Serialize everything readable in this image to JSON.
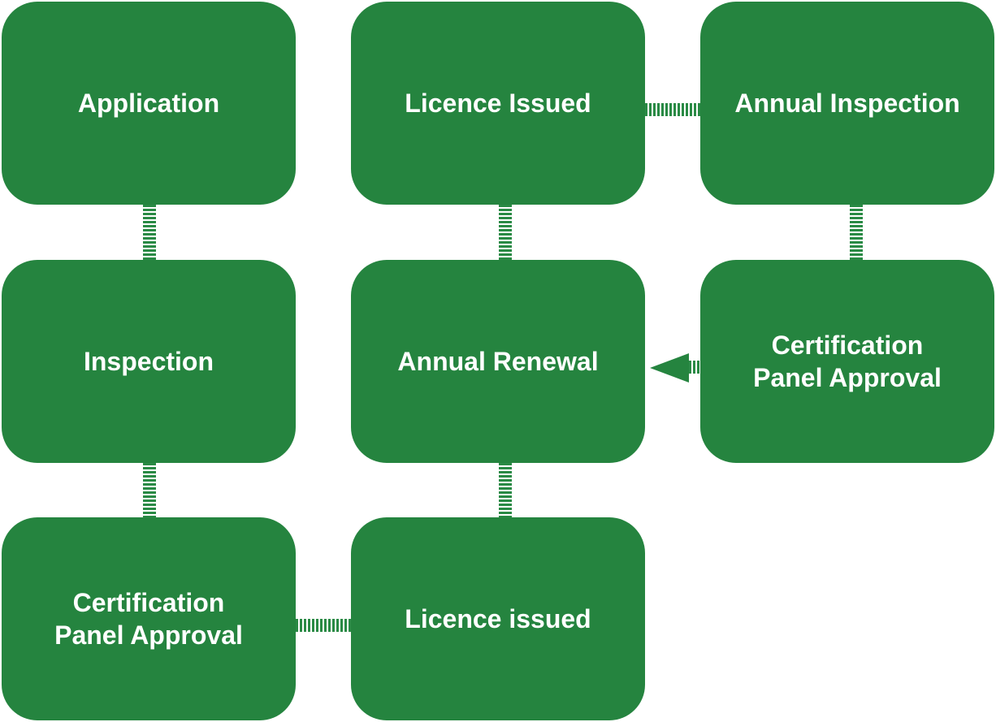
{
  "colors": {
    "node_fill": "#25843f",
    "node_text": "#ffffff",
    "connector": "#2a8a45"
  },
  "nodes": [
    {
      "label": "Application"
    },
    {
      "label": "Licence Issued"
    },
    {
      "label": "Annual Inspection"
    },
    {
      "label": "Inspection"
    },
    {
      "label": "Annual Renewal"
    },
    {
      "label": "Certification\nPanel Approval"
    },
    {
      "label": "Certification\nPanel Approval"
    },
    {
      "label": "Licence issued"
    }
  ]
}
